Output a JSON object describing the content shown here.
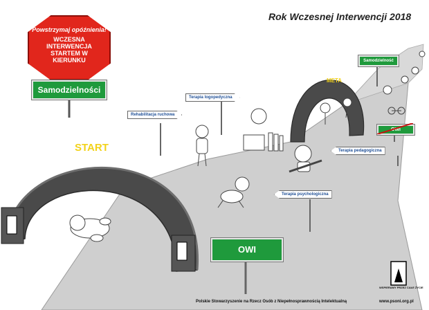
{
  "title": "Rok Wczesnej Interwencji 2018",
  "stop_sign": {
    "line1": "Powstrzymaj opóźnienia!",
    "line2": "WCZESNA INTERWENCJA STARTEM W KIERUNKU"
  },
  "signs": {
    "samodzielnosci_main": "Samodzielności",
    "samodzielnosc_small": "Samodzielność",
    "owi_bottom": "OWI",
    "owi_crossed": "OWI",
    "rehabilitacja": "Rehabilitacja ruchowa",
    "logopedyczna": "Terapia logopedyczna",
    "pedagogiczna": "Terapia pedagogiczna",
    "psychologiczna": "Terapia psychologiczna"
  },
  "arches": {
    "start": "START",
    "meta": "META"
  },
  "footer": {
    "organization": "Polskie Stowarzyszenie na Rzecz Osób z Niepełnosprawnością Intelektualną",
    "url": "www.psoni.org.pl",
    "logo_text": "WSPIERAMY PRZEZ CAŁE ŻYCIE"
  },
  "colors": {
    "stop_red": "#e1261c",
    "sign_green": "#1f9a3c",
    "arrow_blue": "#1f4f96",
    "road_gray": "#cfcfcf",
    "arch_dark": "#4a4a4a",
    "arch_text_yellow": "#f2d21a"
  }
}
